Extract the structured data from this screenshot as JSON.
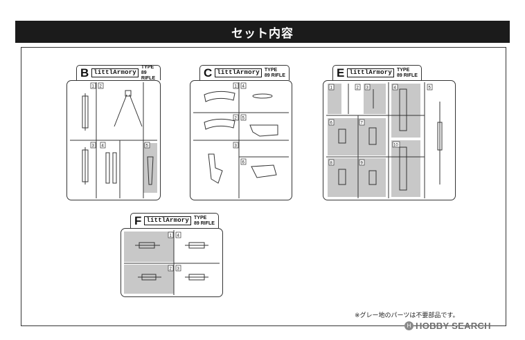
{
  "title": "セット内容",
  "footnote": "※グレー地のパーツは不要部品です。",
  "watermark": "HOBBY SEARCH",
  "sprues": {
    "B": {
      "letter": "B",
      "logo": "littlArmory",
      "type1": "TYPE",
      "type2": "89 RIFLE",
      "parts": [
        {
          "n": "1"
        },
        {
          "n": "2"
        },
        {
          "n": "3"
        },
        {
          "n": "4"
        },
        {
          "n": "5"
        }
      ]
    },
    "C": {
      "letter": "C",
      "logo": "littlArmory",
      "type1": "TYPE",
      "type2": "89 RIFLE",
      "parts": [
        {
          "n": "1"
        },
        {
          "n": "2"
        },
        {
          "n": "3"
        },
        {
          "n": "4"
        },
        {
          "n": "5"
        },
        {
          "n": "6"
        }
      ]
    },
    "E": {
      "letter": "E",
      "logo": "littlArmory",
      "type1": "TYPE",
      "type2": "89 RIFLE",
      "parts": [
        {
          "n": "1"
        },
        {
          "n": "2"
        },
        {
          "n": "3"
        },
        {
          "n": "4"
        },
        {
          "n": "5"
        },
        {
          "n": "6"
        },
        {
          "n": "7"
        },
        {
          "n": "8"
        },
        {
          "n": "9"
        },
        {
          "n": "10"
        }
      ]
    },
    "F": {
      "letter": "F",
      "logo": "littlArmory",
      "type1": "TYPE",
      "type2": "89 RIFLE",
      "parts": [
        {
          "n": "1"
        },
        {
          "n": "2"
        },
        {
          "n": "3"
        },
        {
          "n": "4"
        }
      ]
    }
  },
  "colors": {
    "banner": "#1b1b1b",
    "unused_part_fill": "#c8c8c8",
    "line": "#333333"
  }
}
